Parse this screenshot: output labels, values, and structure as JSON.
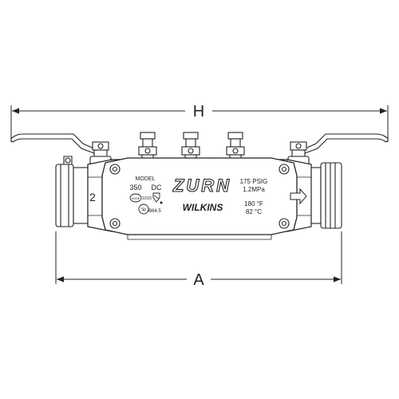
{
  "dimensions": {
    "height_label": "H",
    "width_label": "A"
  },
  "valve_body": {
    "brand": "ZURN",
    "sub_brand": "WILKINS",
    "model_caption": "MODEL",
    "model_number": "350",
    "model_suffix": "DC",
    "pressure_psig": "175 PSIG",
    "pressure_mpa": "1.2MPa",
    "temp_f": "180 °F",
    "temp_c": "82 °C",
    "side_number": "2",
    "cert_asse": "ASSE",
    "cert_asse_num": "1015",
    "cert_csa": "B64.5"
  }
}
